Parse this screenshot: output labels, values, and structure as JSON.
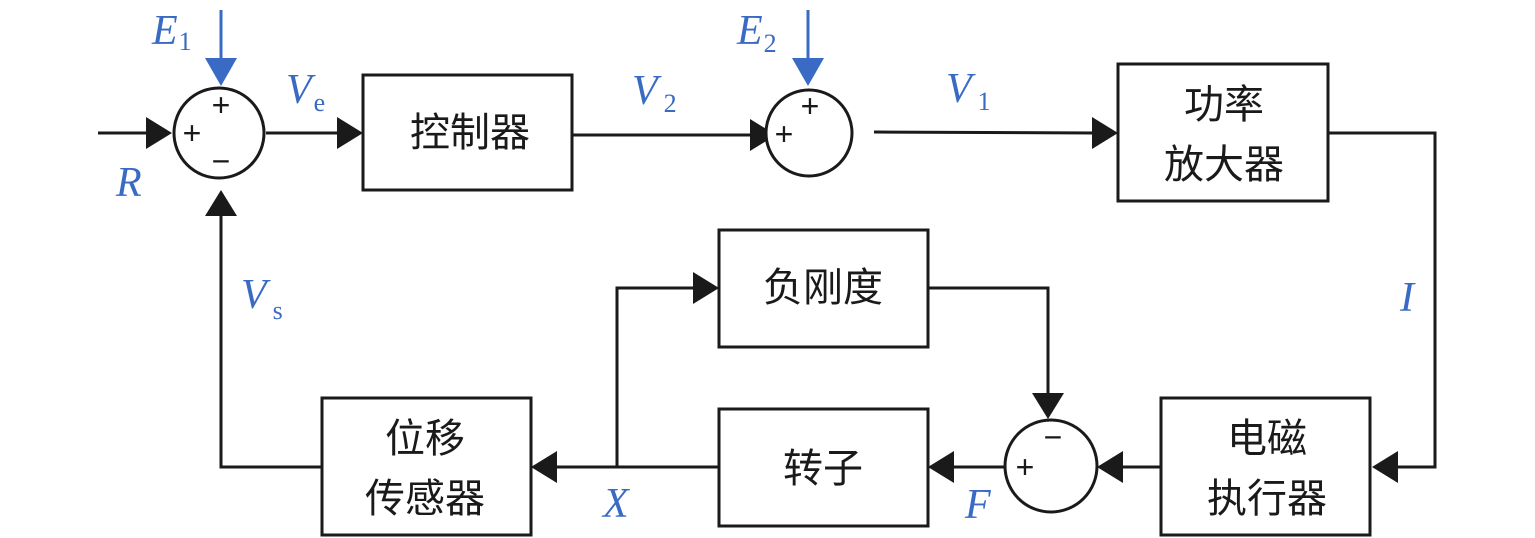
{
  "diagram": {
    "type": "control-block-diagram",
    "blocks": {
      "controller": {
        "lines": [
          "控制器"
        ]
      },
      "power_amplifier": {
        "lines": [
          "功率",
          "放大器"
        ]
      },
      "negative_stiffness": {
        "lines": [
          "负刚度"
        ]
      },
      "rotor": {
        "lines": [
          "转子"
        ]
      },
      "displacement_sensor": {
        "lines": [
          "位移",
          "传感器"
        ]
      },
      "electromagnetic_actuator": {
        "lines": [
          "电磁",
          "执行器"
        ]
      }
    },
    "signals": {
      "R": {
        "main": "R",
        "sub": ""
      },
      "E1": {
        "main": "E",
        "sub": "1"
      },
      "E2": {
        "main": "E",
        "sub": "2"
      },
      "Ve": {
        "main": "V",
        "sub": "e"
      },
      "V2": {
        "main": "V",
        "sub": "2"
      },
      "V1": {
        "main": "V",
        "sub": "1"
      },
      "I": {
        "main": "I",
        "sub": ""
      },
      "F": {
        "main": "F",
        "sub": ""
      },
      "X": {
        "main": "X",
        "sub": ""
      },
      "Vs": {
        "main": "V",
        "sub": "s"
      }
    },
    "summing_junctions": {
      "sum1": {
        "left": "+",
        "top": "+",
        "bottom": "−"
      },
      "sum2": {
        "left": "+",
        "top": "+"
      },
      "sum3": {
        "left": "+",
        "top": "−"
      }
    },
    "colors": {
      "signal_label": "#3a6bc4",
      "disturbance_arrow": "#3a6bc4",
      "line": "#1a1a1a"
    }
  }
}
